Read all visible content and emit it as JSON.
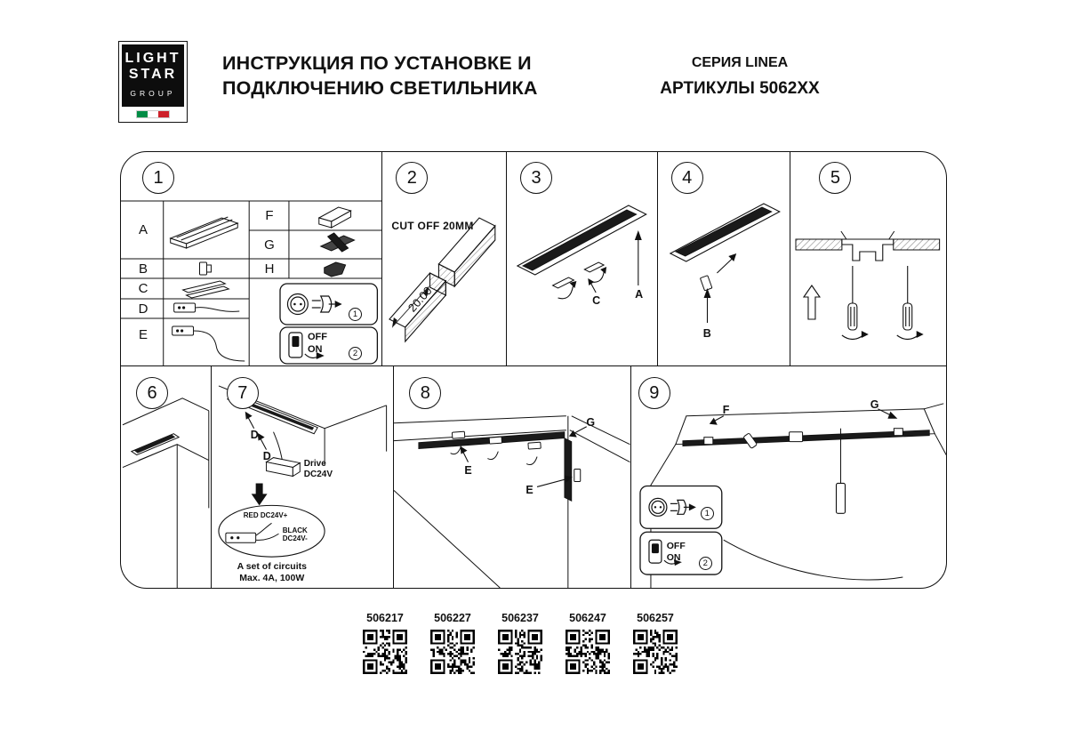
{
  "header": {
    "logo_line1": "LIGHT",
    "logo_line2": "STAR",
    "logo_line3": "GROUP",
    "title_line1": "ИНСТРУКЦИЯ ПО УСТАНОВКЕ И",
    "title_line2": "ПОДКЛЮЧЕНИЮ СВЕТИЛЬНИКА",
    "series": "СЕРИЯ LINEA",
    "articles": "АРТИКУЛЫ 5062XX"
  },
  "steps": {
    "n1": "1",
    "n2": "2",
    "n3": "3",
    "n4": "4",
    "n5": "5",
    "n6": "6",
    "n7": "7",
    "n8": "8",
    "n9": "9"
  },
  "parts": {
    "a": "A",
    "b": "B",
    "c": "C",
    "d": "D",
    "e": "E",
    "f": "F",
    "g": "G",
    "h": "H"
  },
  "power": {
    "off_on": "OFF\nON",
    "step1": "1",
    "step2": "2"
  },
  "step2": {
    "cut_off": "CUT OFF 20MM",
    "dimension": "20.00"
  },
  "step3": {
    "label_a": "A",
    "label_c": "C"
  },
  "step4": {
    "label_b": "B"
  },
  "step7": {
    "label_d_upper": "D",
    "label_d_lower": "D",
    "drive": "Drive\nDC24V",
    "red_wire": "RED DC24V+",
    "black_wire": "BLACK\nDC24V-",
    "circuits": "A set of circuits\nMax. 4A, 100W"
  },
  "step8": {
    "label_e_left": "E",
    "label_e_right": "E",
    "label_g": "G"
  },
  "step9": {
    "label_f": "F",
    "label_g": "G",
    "off_on": "OFF\nON",
    "step1": "1",
    "step2": "2"
  },
  "qr": {
    "items": [
      {
        "code": "506217"
      },
      {
        "code": "506227"
      },
      {
        "code": "506237"
      },
      {
        "code": "506247"
      },
      {
        "code": "506257"
      }
    ]
  }
}
